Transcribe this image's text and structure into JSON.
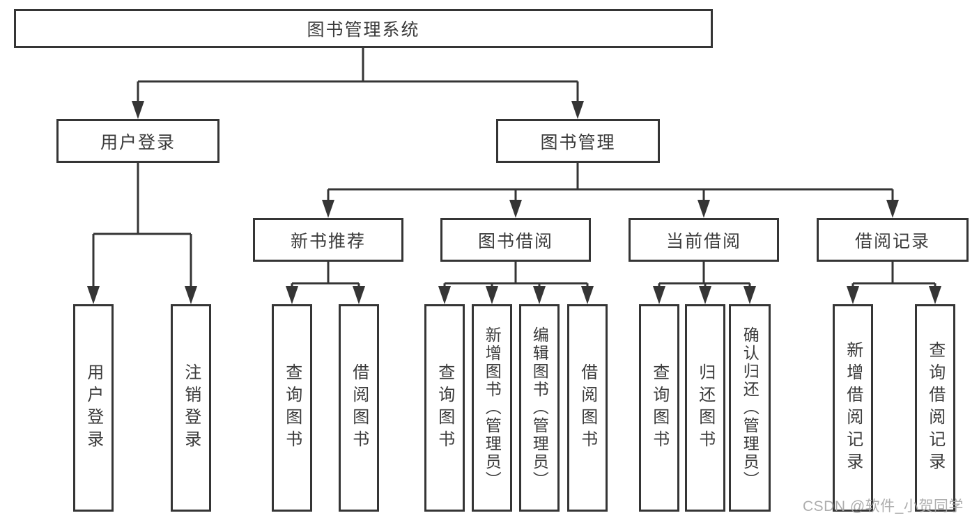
{
  "diagram": {
    "tree": {
      "label": "图书管理系统",
      "children": [
        {
          "label": "用户登录",
          "children": [
            {
              "label": "用户登录"
            },
            {
              "label": "注销登录"
            }
          ]
        },
        {
          "label": "图书管理",
          "children": [
            {
              "label": "新书推荐",
              "children": [
                {
                  "label": "查询图书"
                },
                {
                  "label": "借阅图书"
                }
              ]
            },
            {
              "label": "图书借阅",
              "children": [
                {
                  "label": "查询图书"
                },
                {
                  "label": "新增图书（管理员）"
                },
                {
                  "label": "编辑图书（管理员）"
                },
                {
                  "label": "借阅图书"
                }
              ]
            },
            {
              "label": "当前借阅",
              "children": [
                {
                  "label": "查询图书"
                },
                {
                  "label": "归还图书"
                },
                {
                  "label": "确认归还（管理员）"
                }
              ]
            },
            {
              "label": "借阅记录",
              "children": [
                {
                  "label": "新增借阅记录"
                },
                {
                  "label": "查询借阅记录"
                }
              ]
            }
          ]
        }
      ]
    },
    "colors": {
      "line": "#353535",
      "text": "#3b3b3b",
      "background": "#ffffff",
      "watermark": "#a5a5a5"
    }
  },
  "watermark": {
    "text": "CSDN @软件_小贺同学"
  }
}
